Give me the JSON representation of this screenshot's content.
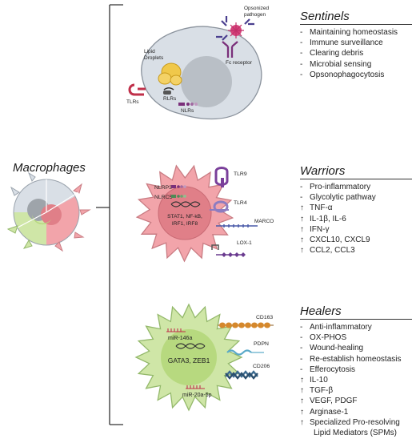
{
  "main_label": "Macrophages",
  "sentinels": {
    "title": "Sentinels",
    "items": [
      {
        "marker": "dash",
        "text": "Maintaining homeostasis"
      },
      {
        "marker": "dash",
        "text": "Immune surveillance"
      },
      {
        "marker": "dash",
        "text": "Clearing debris"
      },
      {
        "marker": "dash",
        "text": "Microbial sensing"
      },
      {
        "marker": "dash",
        "text": "Opsonophagocytosis"
      }
    ],
    "cell_labels": {
      "opsonized": "Opsonized\npathogen",
      "lipid": "Lipid\nDroplets",
      "fc": "Fc receptor",
      "rlrs": "RLRs",
      "nlrs": "NLRs",
      "tlrs": "TLRs"
    }
  },
  "warriors": {
    "title": "Warriors",
    "items": [
      {
        "marker": "dash",
        "text": "Pro-inflammatory"
      },
      {
        "marker": "dash",
        "text": "Glycolytic pathway"
      },
      {
        "marker": "up",
        "text": "TNF-α"
      },
      {
        "marker": "up",
        "text": "IL-1β, IL-6"
      },
      {
        "marker": "up",
        "text": "IFN-γ"
      },
      {
        "marker": "up",
        "text": "CXCL10, CXCL9"
      },
      {
        "marker": "up",
        "text": "CCL2, CCL3"
      }
    ],
    "cell_labels": {
      "nlrp3": "NLRP3",
      "nlrc5": "NLRC5",
      "nucleus": "STAT1, NF-kB,\nIRF1, IRF8",
      "tlr9": "TLR9",
      "tlr4": "TLR4",
      "marco": "MARCO",
      "lox1": "LOX-1"
    }
  },
  "healers": {
    "title": "Healers",
    "items": [
      {
        "marker": "dash",
        "text": "Anti-inflammatory"
      },
      {
        "marker": "dash",
        "text": "OX-PHOS"
      },
      {
        "marker": "dash",
        "text": "Wound-healing"
      },
      {
        "marker": "dash",
        "text": "Re-establish homeostasis"
      },
      {
        "marker": "dash",
        "text": "Efferocytosis"
      },
      {
        "marker": "up",
        "text": "IL-10"
      },
      {
        "marker": "up",
        "text": "TGF-β"
      },
      {
        "marker": "up",
        "text": "VEGF, PDGF"
      },
      {
        "marker": "up",
        "text": "Arginase-1"
      },
      {
        "marker": "up",
        "text": "Specialized Pro-resolving"
      },
      {
        "marker": "cont",
        "text": "Lipid Mediators (SPMs)"
      }
    ],
    "cell_labels": {
      "mir146a": "miR-146a",
      "nucleus": "GATA3, ZEB1",
      "mir20a": "miR-20a-5p",
      "cd163": "CD163",
      "pdpn": "PDPN",
      "cd206": "CD206"
    }
  },
  "colors": {
    "sentinel_cell": "#d9dfe6",
    "sentinel_nucleus": "#b9bfc6",
    "warrior_cell": "#f2a4aa",
    "warrior_nucleus": "#e07f88",
    "healer_cell": "#cfe6a7",
    "healer_nucleus": "#b7d97f",
    "bracket": "#333333"
  }
}
